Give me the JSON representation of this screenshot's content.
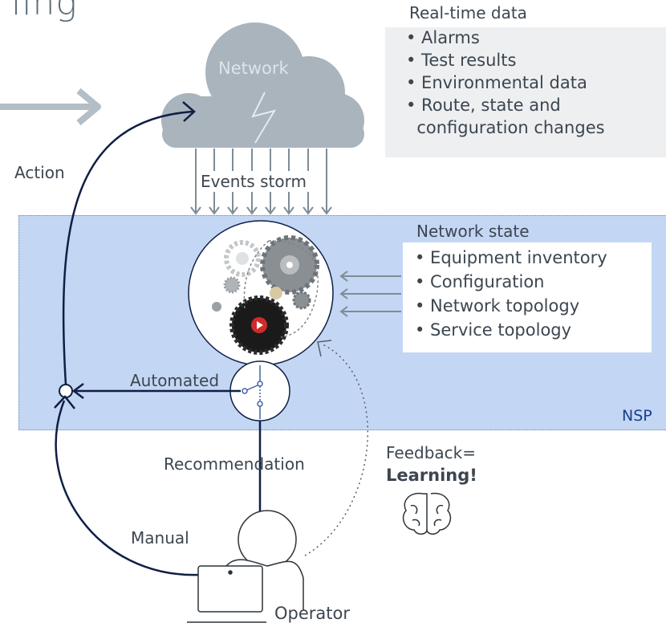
{
  "title_fragment": "ling",
  "cloud": {
    "label": "Network"
  },
  "real_time": {
    "title": "Real-time data",
    "items": [
      "• Alarms",
      "• Test results",
      "• Environmental data",
      "• Route, state and",
      "  configuration changes"
    ]
  },
  "labels": {
    "action": "Action",
    "events_storm": "Events storm",
    "automated": "Automated",
    "recommendation": "Recommendation",
    "manual": "Manual",
    "operator": "Operator",
    "nsp": "NSP",
    "feedback": "Feedback=",
    "learning": "Learning!"
  },
  "network_state": {
    "title": "Network state",
    "items": [
      "• Equipment inventory",
      "• Configuration",
      "• Network topology",
      "• Service topology"
    ]
  },
  "icons": {
    "cloud": "cloud-icon",
    "lightning": "lightning-icon",
    "gears": "gears-circle-icon",
    "switch": "switch-icon",
    "brain": "brain-icon",
    "operator": "operator-icon"
  },
  "colors": {
    "nsp_background": "#c3d6f3",
    "arrow_dark": "#0f1f45",
    "arrow_grey": "#7f8c96",
    "cloud": "#a9b4bd",
    "panel": "#eeeff0"
  }
}
